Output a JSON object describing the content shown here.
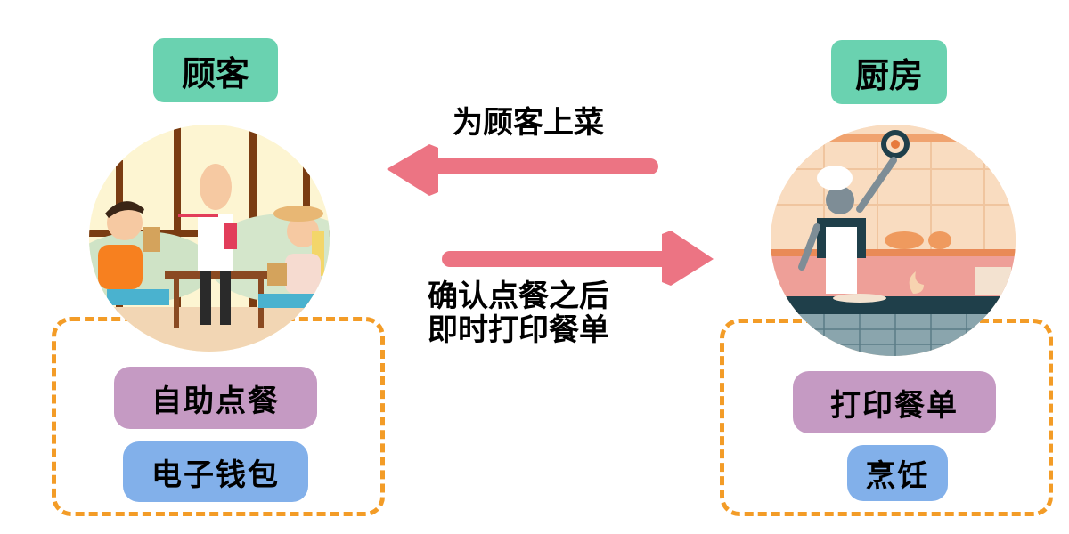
{
  "customer": {
    "title": "顾客",
    "illustration": "restaurant-scene-illustration",
    "features": [
      "自助点餐",
      "电子钱包"
    ]
  },
  "kitchen": {
    "title": "厨房",
    "illustration": "chef-kitchen-illustration",
    "features": [
      "打印餐单",
      "烹饪"
    ]
  },
  "arrows": {
    "to_customer": {
      "label": "为顾客上菜",
      "direction": "left"
    },
    "to_kitchen": {
      "label_line1": "确认点餐之后",
      "label_line2": "即时打印餐单",
      "direction": "right"
    }
  },
  "colors": {
    "title_bg": "#6ad2b0",
    "feature_primary": "#c59ac3",
    "feature_secondary": "#82b0ea",
    "arrow": "#ec7483",
    "dashed_border": "#f39c27"
  }
}
